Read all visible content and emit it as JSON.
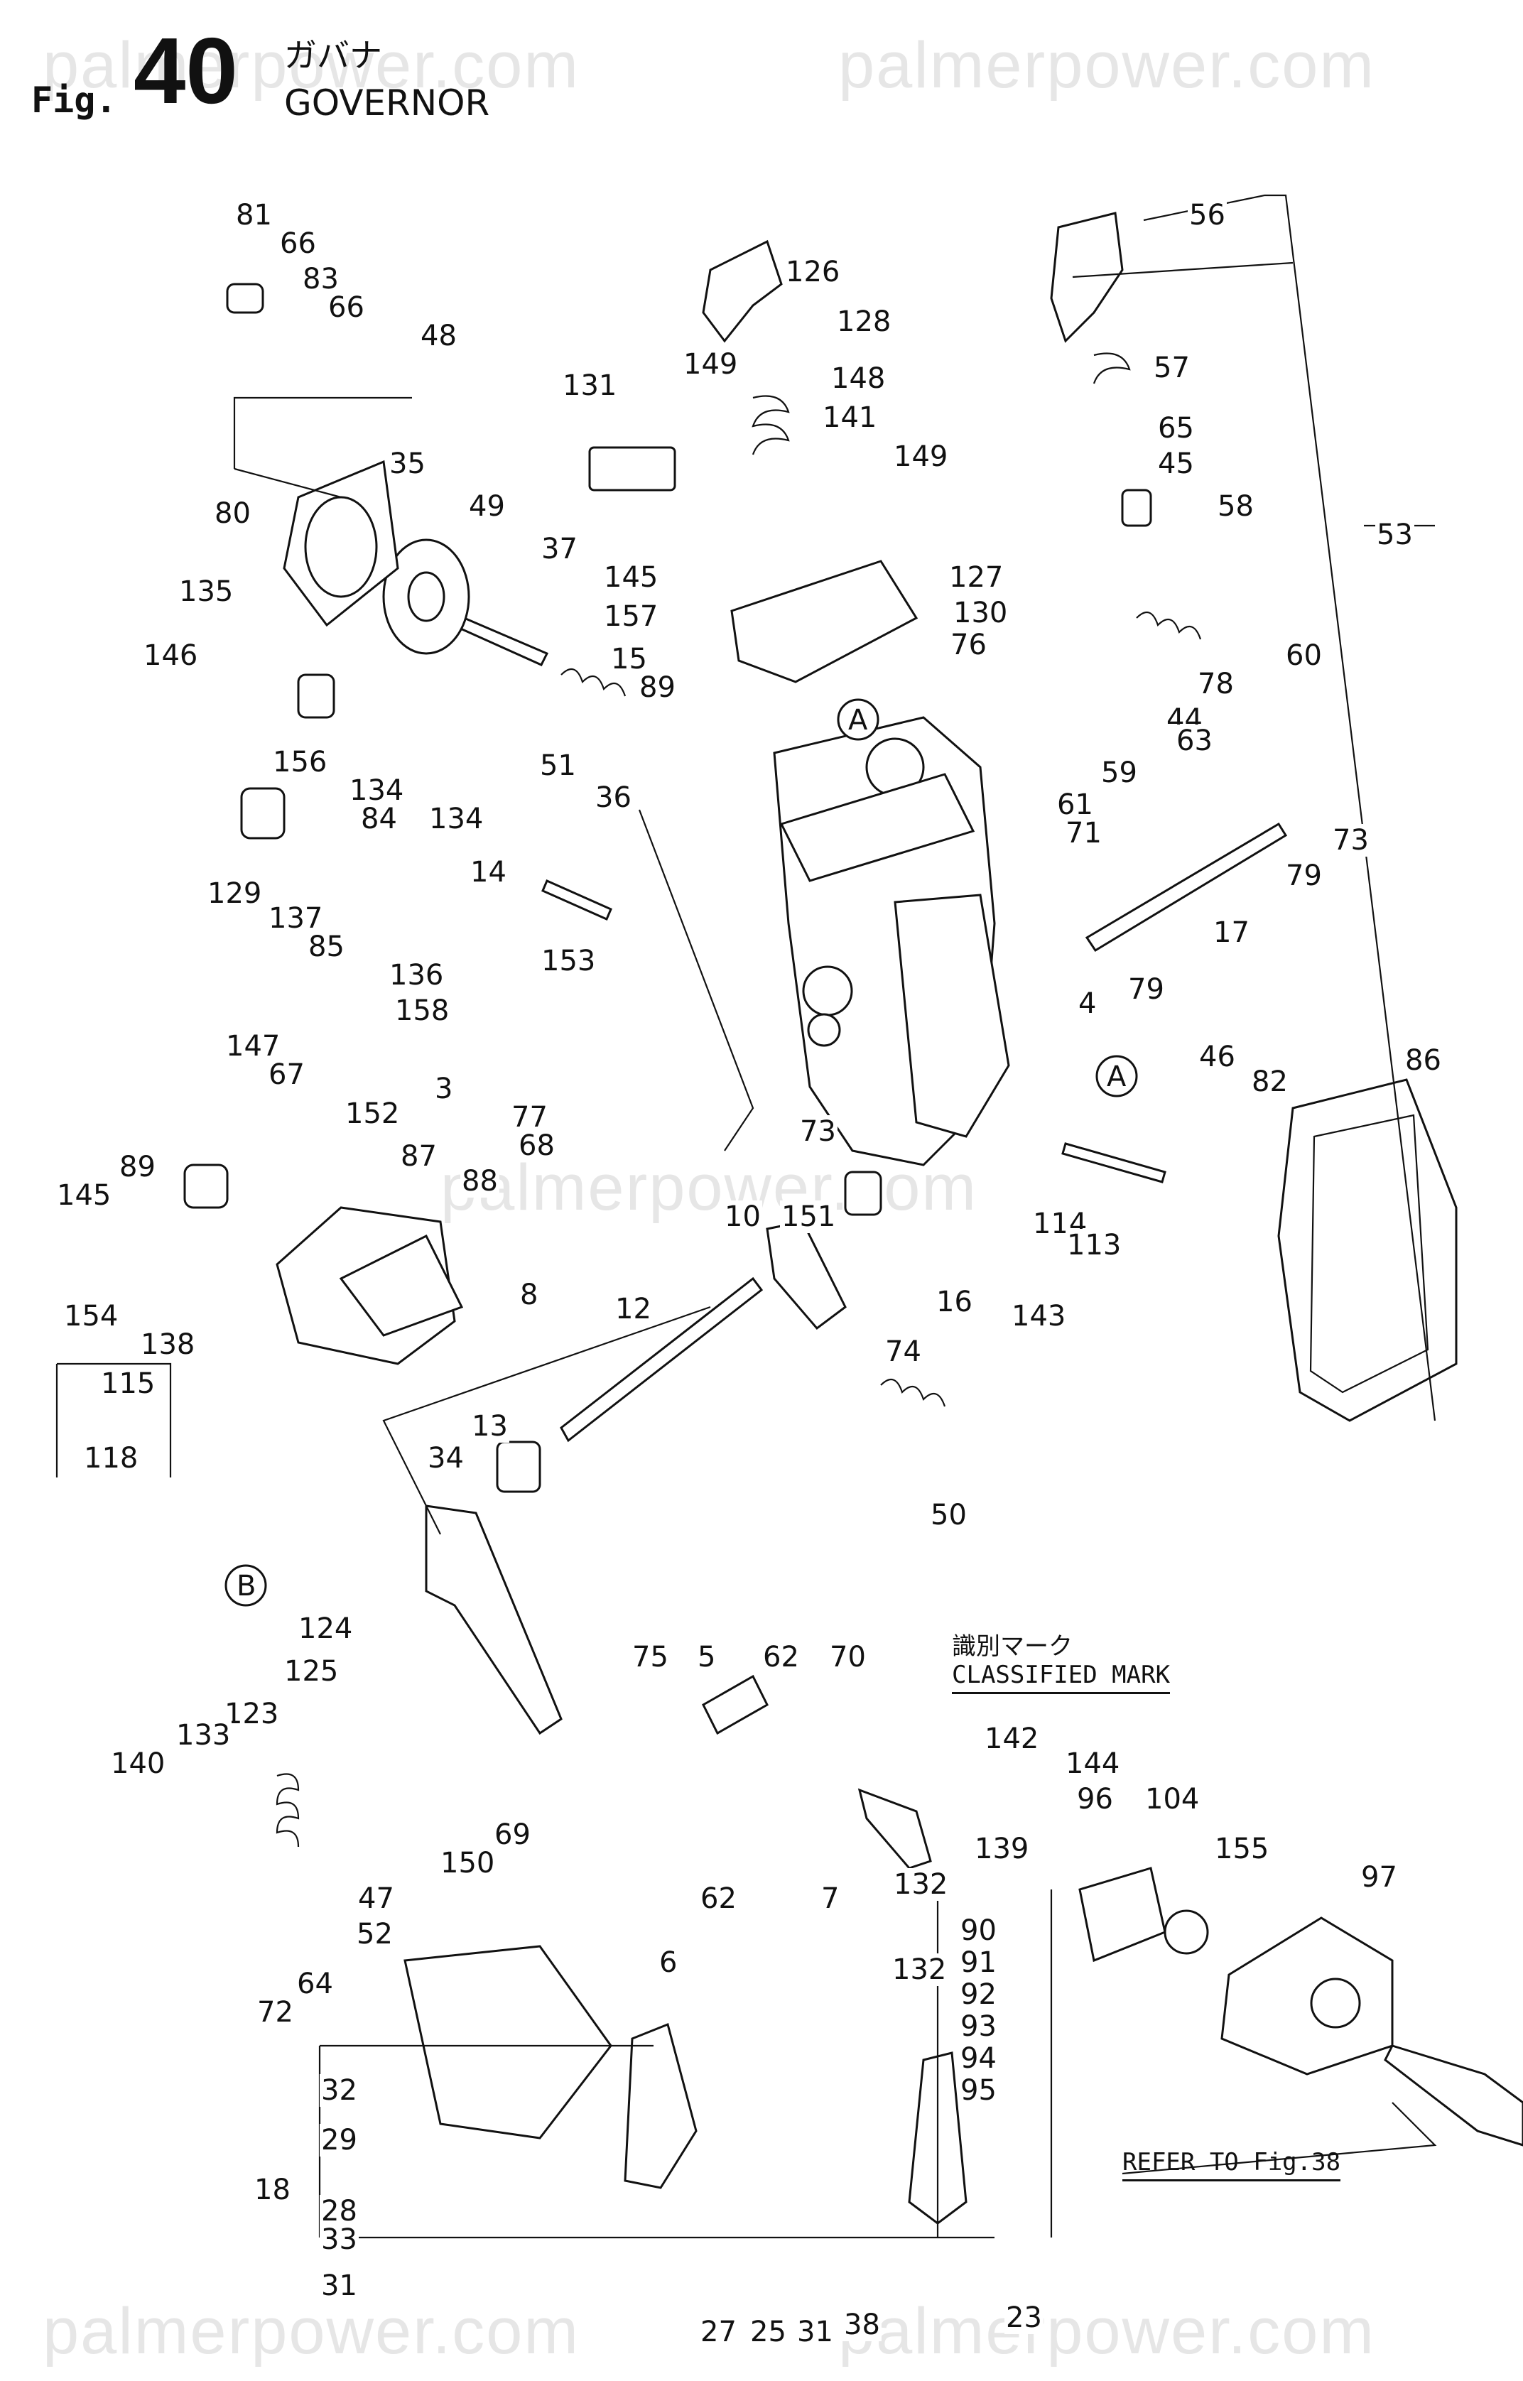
{
  "watermark": "palmerpower.com",
  "figure": {
    "prefix": "Fig.",
    "number": "40",
    "title_jp": "ガバナ",
    "title_en": "GOVERNOR"
  },
  "classified": {
    "jp": "識別マーク",
    "en": "CLASSIFIED MARK"
  },
  "refer_note": "REFER TO Fig.38",
  "callouts": [
    {
      "id": "A",
      "label": "A"
    },
    {
      "id": "A2",
      "label": "A"
    },
    {
      "id": "B",
      "label": "B"
    }
  ],
  "part_numbers": [
    "81",
    "66",
    "83",
    "66",
    "48",
    "80",
    "35",
    "135",
    "146",
    "49",
    "37",
    "131",
    "149",
    "126",
    "128",
    "148",
    "141",
    "149",
    "56",
    "57",
    "65",
    "45",
    "58",
    "53",
    "60",
    "78",
    "44",
    "63",
    "59",
    "145",
    "157",
    "15",
    "89",
    "127",
    "130",
    "76",
    "61",
    "71",
    "73",
    "79",
    "17",
    "79",
    "156",
    "134",
    "84",
    "134",
    "14",
    "51",
    "36",
    "129",
    "137",
    "85",
    "136",
    "158",
    "153",
    "4",
    "46",
    "82",
    "86",
    "147",
    "67",
    "152",
    "87",
    "88",
    "3",
    "77",
    "68",
    "73",
    "151",
    "114",
    "113",
    "145",
    "89",
    "154",
    "138",
    "10",
    "16",
    "74",
    "143",
    "8",
    "12",
    "115",
    "118",
    "13",
    "34",
    "50",
    "124",
    "125",
    "123",
    "133",
    "140",
    "69",
    "150",
    "47",
    "52",
    "75",
    "5",
    "62",
    "70",
    "142",
    "144",
    "96",
    "139",
    "104",
    "155",
    "97",
    "62",
    "7",
    "132",
    "132",
    "6",
    "90",
    "91",
    "92",
    "93",
    "94",
    "95",
    "64",
    "72",
    "32",
    "29",
    "18",
    "28",
    "33",
    "31",
    "27",
    "25",
    "31",
    "38",
    "23"
  ]
}
